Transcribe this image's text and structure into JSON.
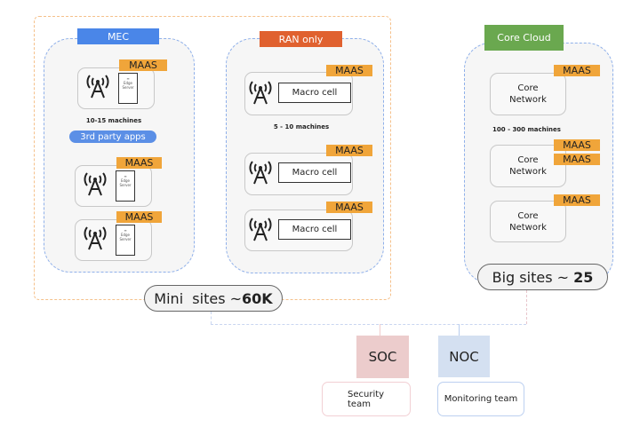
{
  "mec": {
    "label": "MEC",
    "machines": "10-15 machines",
    "apps": "3rd party apps",
    "edge_server": "Edge Server",
    "maas": "MAAS",
    "color": "#4a86e8"
  },
  "ran": {
    "label": "RAN only",
    "machines": "5 - 10 machines",
    "macro": "Macro cell",
    "maas": "MAAS",
    "color": "#e0612f"
  },
  "core": {
    "label": "Core Cloud",
    "machines": "100 - 300 machines",
    "network": "Core Network",
    "maas": "MAAS",
    "color": "#6aa84f"
  },
  "mini": {
    "text": "Mini  sites ~",
    "count": "60K"
  },
  "big": {
    "text": "Big sites ~ ",
    "count": "25"
  },
  "soc": {
    "label": "SOC",
    "team": "Security team",
    "color": "#eccccc"
  },
  "noc": {
    "label": "NOC",
    "team": "Monitoring team",
    "color": "#d4e0f1"
  }
}
